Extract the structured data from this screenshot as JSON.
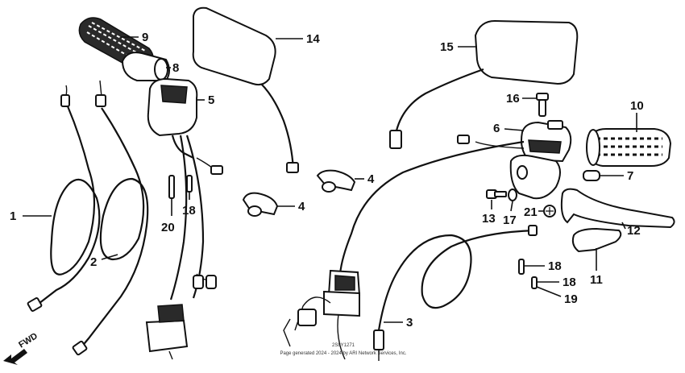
{
  "diagram": {
    "fwd_label": "FWD",
    "footer_code": "2S8Y1271",
    "footer": "Page generated 2024 - 2024 by ARI Network Services, Inc.",
    "callouts": {
      "c1": "1",
      "c2": "2",
      "c3": "3",
      "c4a": "4",
      "c4b": "4",
      "c5": "5",
      "c6": "6",
      "c7": "7",
      "c8": "8",
      "c9": "9",
      "c10": "10",
      "c11": "11",
      "c12": "12",
      "c13": "13",
      "c14": "14",
      "c15": "15",
      "c16": "16",
      "c17": "17",
      "c18a": "18",
      "c18b": "18",
      "c18c": "18",
      "c19": "19",
      "c20": "20",
      "c21": "21"
    }
  }
}
